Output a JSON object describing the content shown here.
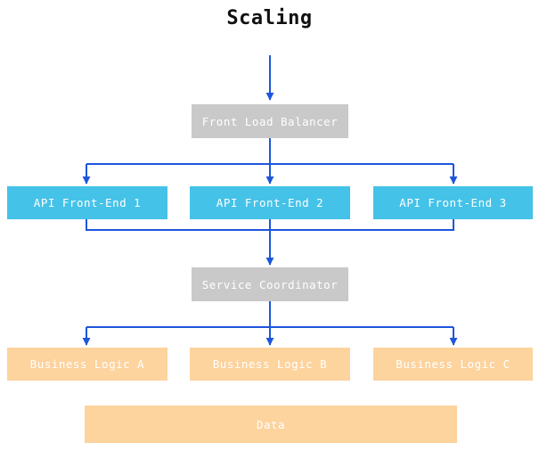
{
  "title": "Scaling",
  "nodes": {
    "front_load_balancer": {
      "label": "Front Load Balancer",
      "type": "balancer"
    },
    "api_front_end_1": {
      "label": "API Front-End 1",
      "type": "api"
    },
    "api_front_end_2": {
      "label": "API Front-End 2",
      "type": "api"
    },
    "api_front_end_3": {
      "label": "API Front-End 3",
      "type": "api"
    },
    "service_coordinator": {
      "label": "Service Coordinator",
      "type": "balancer"
    },
    "business_logic_a": {
      "label": "Business Logic A",
      "type": "logic"
    },
    "business_logic_b": {
      "label": "Business Logic B",
      "type": "logic"
    },
    "business_logic_c": {
      "label": "Business Logic C",
      "type": "logic"
    },
    "data": {
      "label": "Data",
      "type": "logic"
    }
  },
  "edges": [
    {
      "from": "top",
      "to": "front_load_balancer",
      "arrow": true
    },
    {
      "from": "front_load_balancer",
      "to": "api_front_end_1",
      "arrow": true
    },
    {
      "from": "front_load_balancer",
      "to": "api_front_end_2",
      "arrow": true
    },
    {
      "from": "front_load_balancer",
      "to": "api_front_end_3",
      "arrow": true
    },
    {
      "from": "api_front_end_1",
      "to": "service_coordinator",
      "arrow": true
    },
    {
      "from": "api_front_end_2",
      "to": "service_coordinator",
      "arrow": true
    },
    {
      "from": "api_front_end_3",
      "to": "service_coordinator",
      "arrow": true
    },
    {
      "from": "service_coordinator",
      "to": "business_logic_a",
      "arrow": true
    },
    {
      "from": "service_coordinator",
      "to": "business_logic_b",
      "arrow": true
    },
    {
      "from": "service_coordinator",
      "to": "business_logic_c",
      "arrow": true
    }
  ],
  "colors": {
    "arrow": "#1d56db",
    "balancer_box": "#c9c9c9",
    "api_box": "#45c2e8",
    "logic_box": "#fdd39e",
    "box_text": "#ffffff",
    "background": "#ffffff"
  }
}
